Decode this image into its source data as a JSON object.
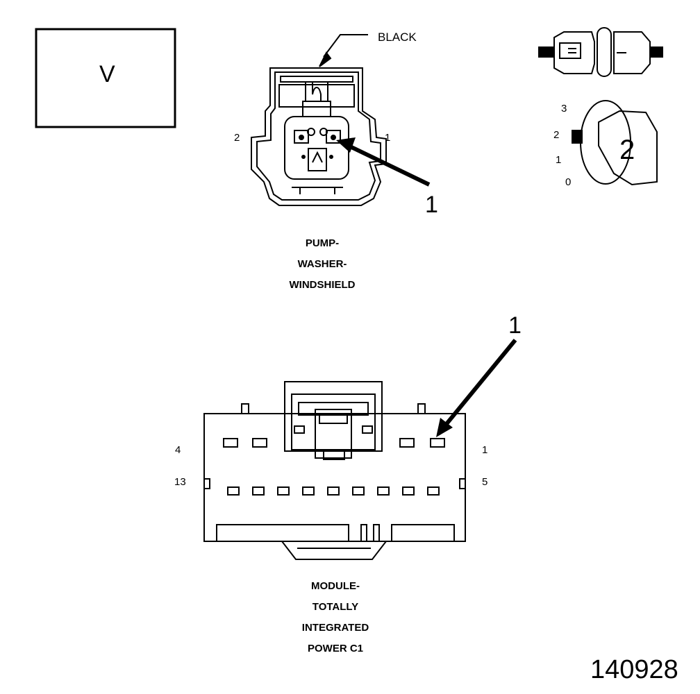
{
  "view_box": {
    "label": "V"
  },
  "pump_connector": {
    "color_label": "BLACK",
    "pin_left": "2",
    "pin_right": "1",
    "callout": "1",
    "title_lines": [
      "PUMP-",
      "WASHER-",
      "WINDSHIELD"
    ]
  },
  "key_icon": {
    "positions": [
      "3",
      "2",
      "1",
      "0"
    ],
    "key_number": "2"
  },
  "module_connector": {
    "callout": "1",
    "pin_top_left": "4",
    "pin_top_right": "1",
    "pin_bottom_left": "13",
    "pin_bottom_right": "5",
    "title_lines": [
      "MODULE-",
      "TOTALLY",
      "INTEGRATED",
      "POWER C1"
    ]
  },
  "figure_number": "140928"
}
